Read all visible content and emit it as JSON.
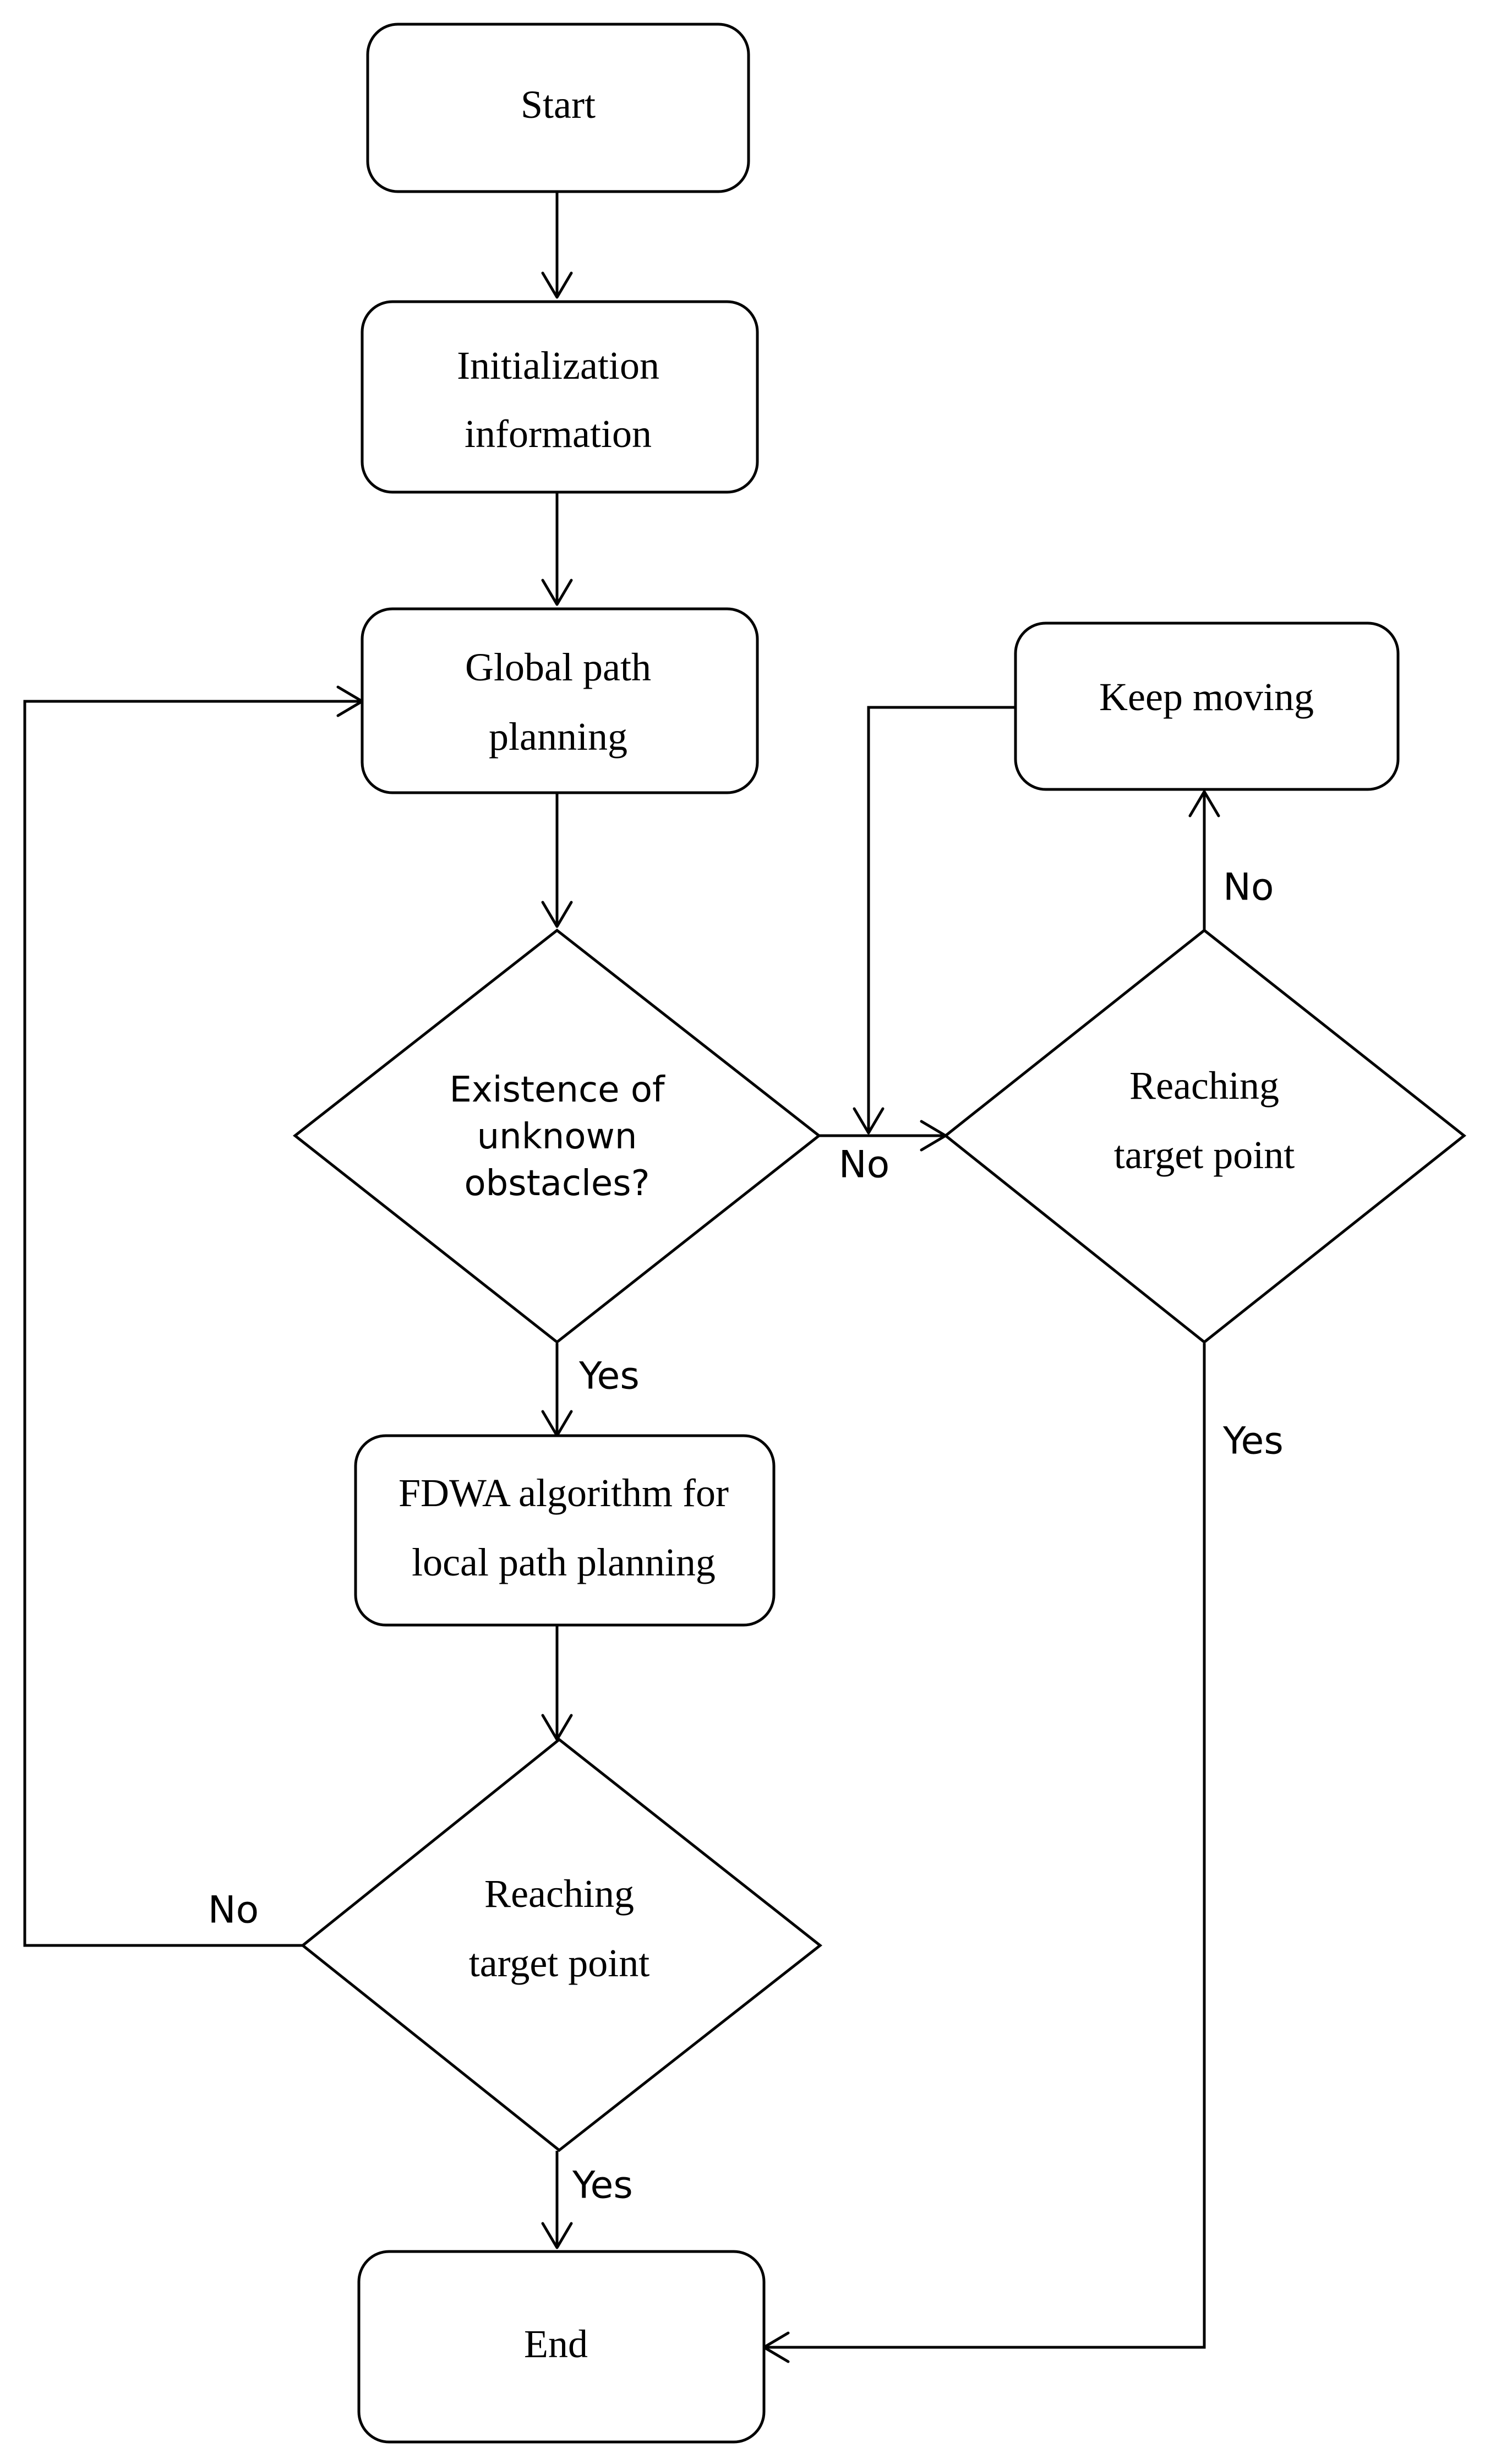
{
  "nodes": {
    "start": {
      "lines": [
        "Start"
      ]
    },
    "init": {
      "lines": [
        "Initialization",
        "information"
      ]
    },
    "global": {
      "lines": [
        "Global path",
        "planning"
      ]
    },
    "keep": {
      "lines": [
        "Keep moving"
      ]
    },
    "exist": {
      "lines": [
        "Existence of",
        "unknown",
        "obstacles?"
      ]
    },
    "reach_right": {
      "lines": [
        "Reaching",
        "target point"
      ]
    },
    "fdwa": {
      "lines": [
        "FDWA algorithm for",
        "local path planning"
      ]
    },
    "reach_bottom": {
      "lines": [
        "Reaching",
        "target point"
      ]
    },
    "end": {
      "lines": [
        "End"
      ]
    }
  },
  "edge_labels": {
    "exist_no": "No",
    "exist_yes": "Yes",
    "reach_right_no": "No",
    "reach_right_yes": "Yes",
    "reach_bottom_no": "No",
    "reach_bottom_yes": "Yes"
  }
}
